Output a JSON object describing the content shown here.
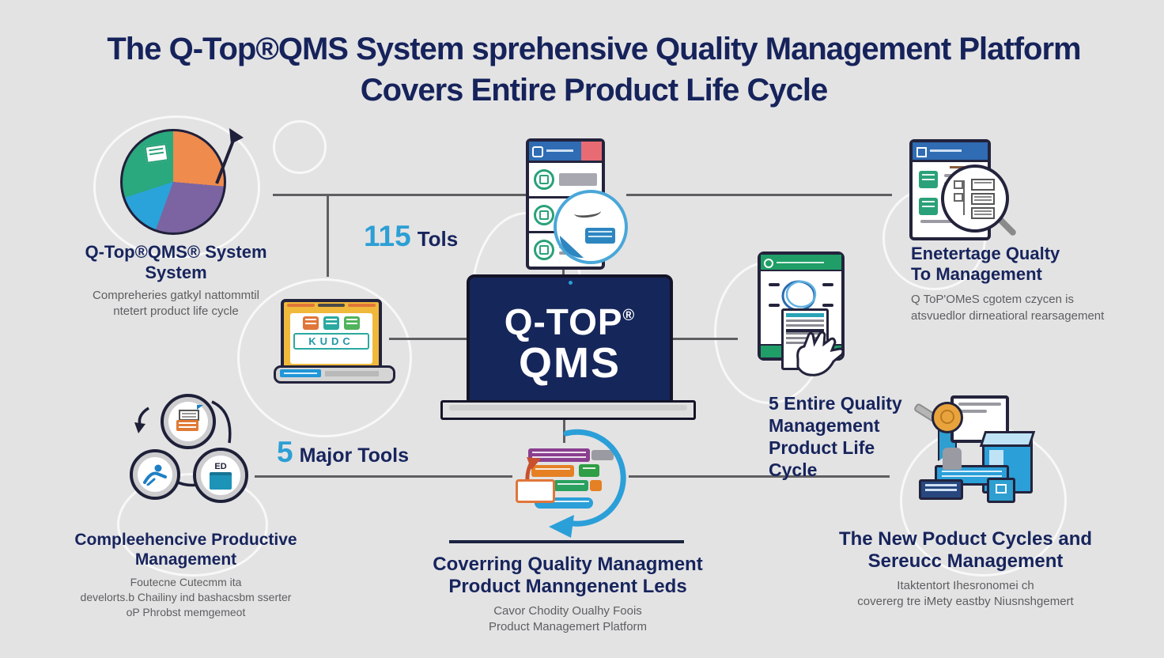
{
  "title": {
    "line1": "The Q-Top®QMS System sprehensive Quality Management Platform",
    "line2": "Covers Entire Product Life Cycle"
  },
  "top_left": {
    "heading": "Q-Top®QMS® System System",
    "sub1": "Compreheries gatkyl nattommtil",
    "sub2": "ntetert product life cycle"
  },
  "tools115": {
    "number": "115",
    "label": "Tols"
  },
  "top_right": {
    "heading1": "Enetertage Qualty",
    "heading2": "To Management",
    "sub1": "Q ToP'OMeS cgotem czycen is",
    "sub2": "atsvuedlor dirneatioral rearsagement"
  },
  "center_laptop": {
    "line1": "Q-TOP",
    "reg": "®",
    "line2": "QMS"
  },
  "right_text": {
    "lines": [
      "5 Entire Quality",
      "Management",
      "Product Life",
      "Cycle"
    ]
  },
  "tools5": {
    "number": "5",
    "label": "Major Tools"
  },
  "bottom_left": {
    "heading1": "Compleehencive Productive",
    "heading2": "Management",
    "sub1": "Foutecne Cutecmm ita",
    "sub2": "develorts.b Chailiny ind bashacsbm sserter",
    "sub3": "oP Phrobst memgemeot"
  },
  "bottom_center": {
    "heading1": "Coverring Quality Managment",
    "heading2": "Product Manngenent Leds",
    "sub1": "Cavor Chodity Oualhy Foois",
    "sub2": "Product Managemert Platform"
  },
  "bottom_right": {
    "heading1": "The New Poduct Cycles and",
    "heading2": "Sereucc Management",
    "sub1": "Itaktentort Ihesronomei ch",
    "sub2": "covererg tre iMety eastby Niusnshgemert"
  },
  "badges": {
    "ed": "ED",
    "app_letters": "KUDC"
  },
  "icons": {
    "pie-chart-icon": "quarter-sliced pie with growth arrow",
    "checklist-document-icon": "list document with green check circles",
    "search-results-icon": "browser window with magnifier",
    "app-laptop-icon": "yellow laptop with app tiles",
    "tablet-checklist-icon": "green tablet with hand and document",
    "process-circles-icon": "three linked circles with tools",
    "workflow-cycle-icon": "stacked colored bars with circular arrow",
    "production-award-icon": "medal, window, crate and conveyor"
  },
  "colors": {
    "background": "#e3e3e4",
    "navy_text": "#17245c",
    "accent_blue": "#2d9fd4",
    "gray_text": "#5e5e60",
    "connector": "#5f5f62",
    "pie_green": "#2aa87e",
    "pie_orange": "#ee8b4d",
    "pie_purple": "#7b64a1",
    "pie_blue": "#2aa3da",
    "tablet_green": "#1f9e67",
    "laptop_screen": "#15265a"
  }
}
